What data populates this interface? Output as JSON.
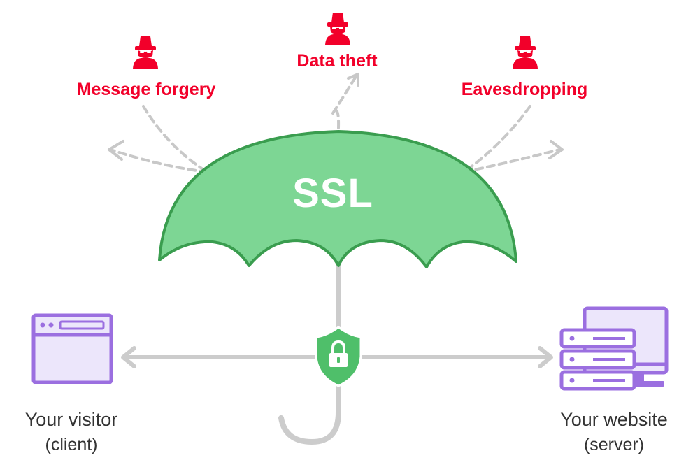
{
  "threats": [
    {
      "id": "message-forgery",
      "label": "Message forgery",
      "icon": "hacker-icon"
    },
    {
      "id": "data-theft",
      "label": "Data theft",
      "icon": "hacker-icon"
    },
    {
      "id": "eavesdropping",
      "label": "Eavesdropping",
      "icon": "hacker-icon"
    }
  ],
  "umbrella": {
    "label": "SSL"
  },
  "client": {
    "title": "Your visitor",
    "subtitle": "(client)",
    "icon": "browser-window-icon"
  },
  "server": {
    "title": "Your website",
    "subtitle": "(server)",
    "icon": "server-icon"
  },
  "lock": {
    "icon": "shield-lock-icon"
  },
  "colors": {
    "threat": "#f2002a",
    "umbrella_fill": "#7dd694",
    "umbrella_stroke": "#3a9d4f",
    "shield": "#4fbf6a",
    "purple": "#9b6fe0",
    "purple_fill": "#ece6fb",
    "arrow_gray": "#c8c8c8",
    "text": "#333333"
  }
}
